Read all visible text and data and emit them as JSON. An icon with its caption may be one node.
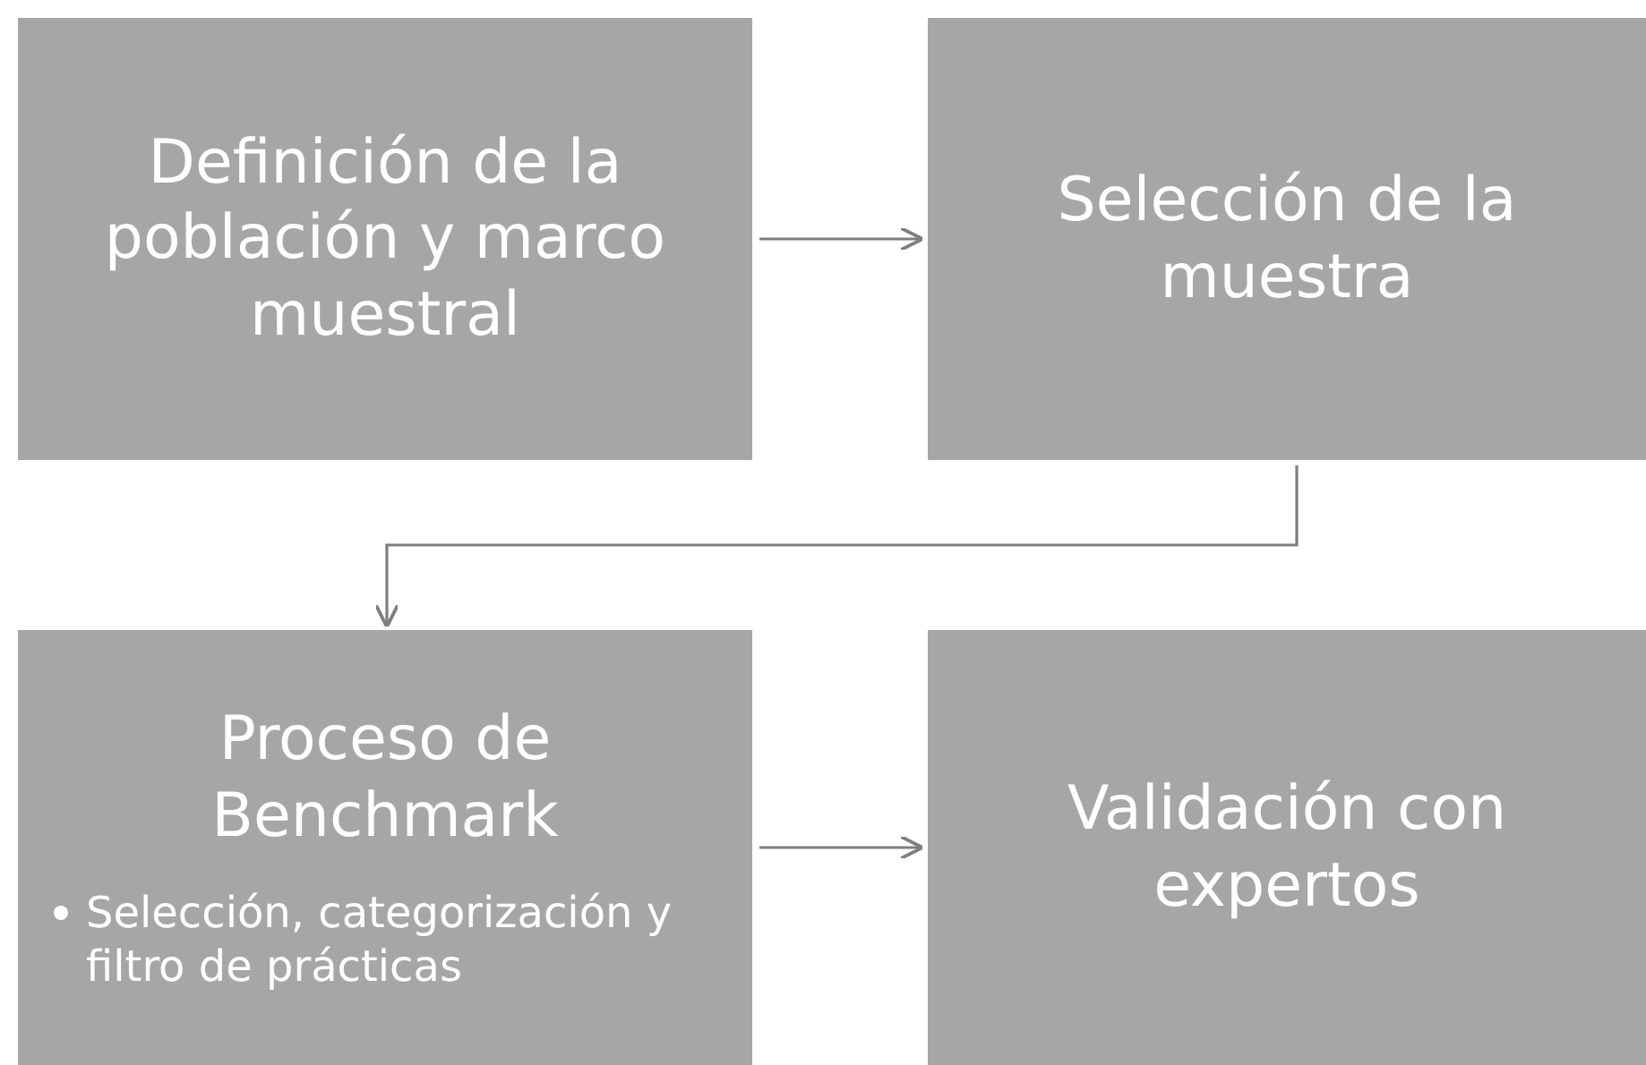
{
  "diagram": {
    "nodes": [
      {
        "text": [
          "Definición de la población y marco muestral"
        ]
      },
      {
        "text": [
          "Selección de la muestra"
        ]
      },
      {
        "text": [
          "Proceso de Benchmark",
          "Selección, categorización y filtro de prácticas"
        ]
      },
      {
        "text": [
          "Validación con expertos"
        ]
      }
    ],
    "edges": [
      {
        "from": 0,
        "to": 1,
        "arrow": "to"
      },
      {
        "from": 1,
        "to": 2,
        "arrow": "to"
      },
      {
        "from": 2,
        "to": 3,
        "arrow": "to"
      }
    ]
  }
}
